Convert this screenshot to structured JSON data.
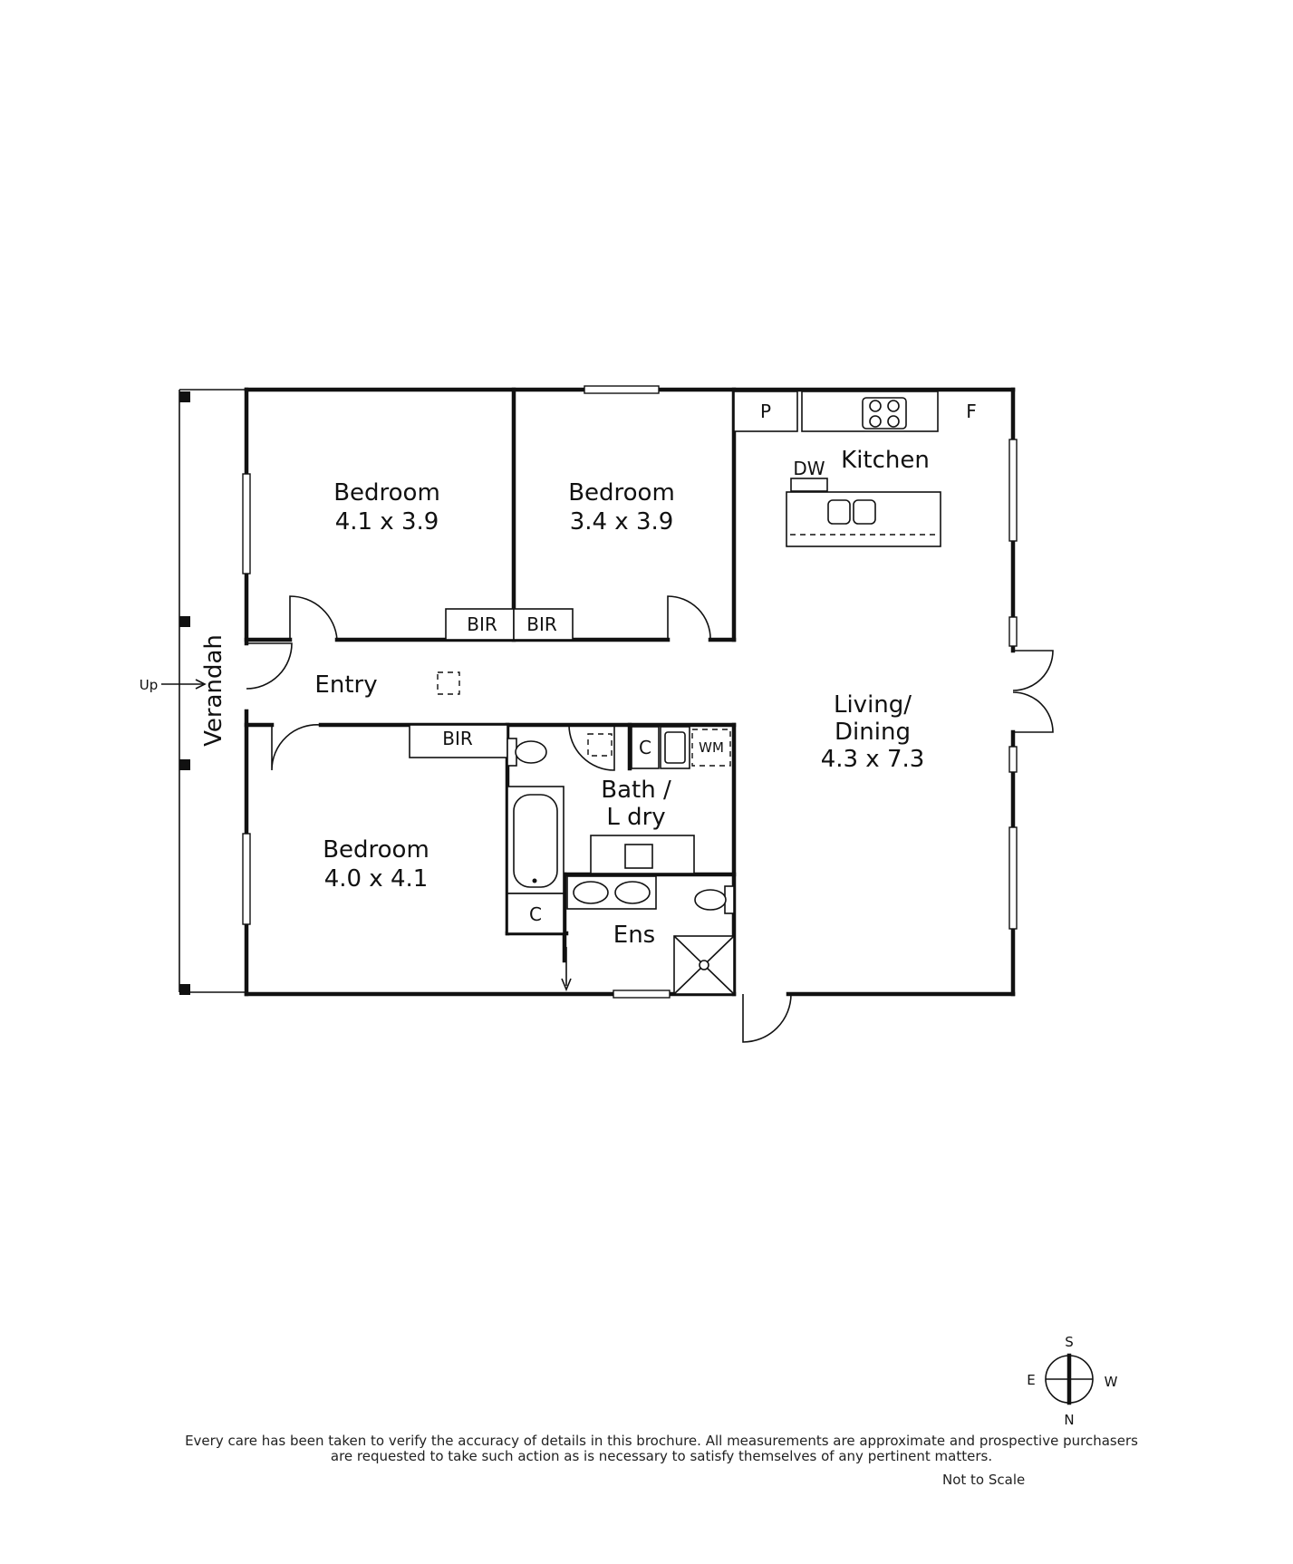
{
  "rooms": {
    "bedroom1": {
      "name": "Bedroom",
      "size": "4.1 x 3.9"
    },
    "bedroom2": {
      "name": "Bedroom",
      "size": "3.4 x 3.9"
    },
    "bedroom3": {
      "name": "Bedroom",
      "size": "4.0 x 4.1"
    },
    "kitchen": {
      "name": "Kitchen"
    },
    "living": {
      "line1": "Living/",
      "line2": "Dining",
      "size": "4.3 x 7.3"
    },
    "entry": {
      "name": "Entry"
    },
    "bath": {
      "line1": "Bath /",
      "line2": "L dry"
    },
    "ensuite": {
      "name": "Ens"
    },
    "verandah": {
      "name": "Verandah"
    }
  },
  "fixtures": {
    "pantry": "P",
    "fridge": "F",
    "dishwasher": "DW",
    "bir": "BIR",
    "cupboard": "C",
    "washing_machine": "WM",
    "up": "Up"
  },
  "compass": {
    "north": "N",
    "south": "S",
    "east": "E",
    "west": "W"
  },
  "footer": {
    "disclaimer_line1": "Every care has been taken to verify the accuracy of details in this brochure. All measurements are approximate and prospective purchasers",
    "disclaimer_line2": "are requested to take such action as is necessary to satisfy themselves of any pertinent matters.",
    "not_to_scale": "Not to Scale"
  }
}
